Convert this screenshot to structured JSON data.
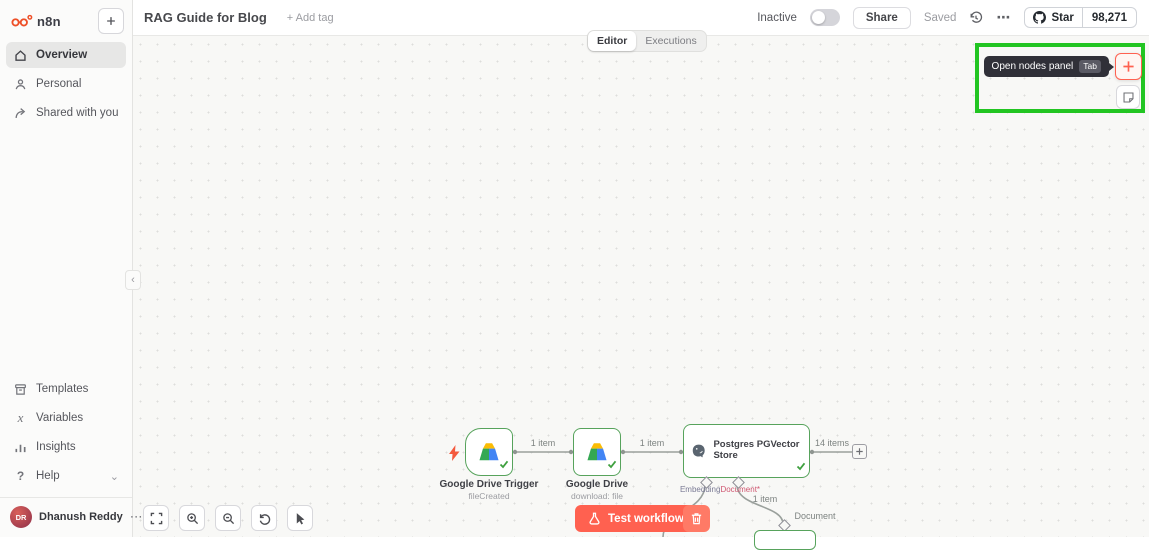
{
  "sidebar": {
    "logo_text": "n8n",
    "items": [
      {
        "label": "Overview",
        "icon": "home-icon",
        "active": true
      },
      {
        "label": "Personal",
        "icon": "user-icon",
        "active": false
      },
      {
        "label": "Shared with you",
        "icon": "share-arrow-icon",
        "active": false
      }
    ],
    "bottom_items": [
      {
        "label": "Templates",
        "icon": "box-icon"
      },
      {
        "label": "Variables",
        "icon": "variable-x-icon"
      },
      {
        "label": "Insights",
        "icon": "bar-chart-icon"
      },
      {
        "label": "Help",
        "icon": "question-icon"
      }
    ],
    "user": {
      "name": "Dhanush Reddy",
      "initials": "DR"
    }
  },
  "header": {
    "title": "RAG Guide for Blog",
    "add_tag_label": "+ Add tag",
    "tabs": [
      {
        "label": "Editor",
        "active": true
      },
      {
        "label": "Executions",
        "active": false
      }
    ],
    "inactive_label": "Inactive",
    "toggle_state": "off",
    "share_label": "Share",
    "saved_label": "Saved",
    "github": {
      "star_label": "Star",
      "star_count": "98,271",
      "icon": "github-octocat-icon"
    }
  },
  "canvas": {
    "tooltip": {
      "text": "Open nodes panel",
      "shortcut": "Tab"
    },
    "nodes": [
      {
        "name": "Google Drive Trigger",
        "subtitle": "fileCreated",
        "icon": "google-drive-icon",
        "status": "success"
      },
      {
        "name": "Google Drive",
        "subtitle": "download: file",
        "icon": "google-drive-icon",
        "status": "success"
      },
      {
        "name": "Postgres PGVector Store",
        "subtitle": "",
        "icon": "postgres-icon",
        "status": "success"
      }
    ],
    "connection_labels": {
      "c1": "1 item",
      "c2": "1 item",
      "c3": "14 items",
      "c4": "1 item"
    },
    "port_labels": {
      "embedding": "Embedding",
      "document_req": "Document*",
      "document": "Document"
    },
    "test_button_label": "Test workflow",
    "control_icons": [
      "fit-view-icon",
      "zoom-in-icon",
      "zoom-out-icon",
      "undo-icon",
      "pointer-icon"
    ]
  },
  "colors": {
    "accent": "#ff6150",
    "annotation_green": "#22c522",
    "node_success_green": "#57a35c",
    "canvas_bg": "#f8f8f6"
  }
}
